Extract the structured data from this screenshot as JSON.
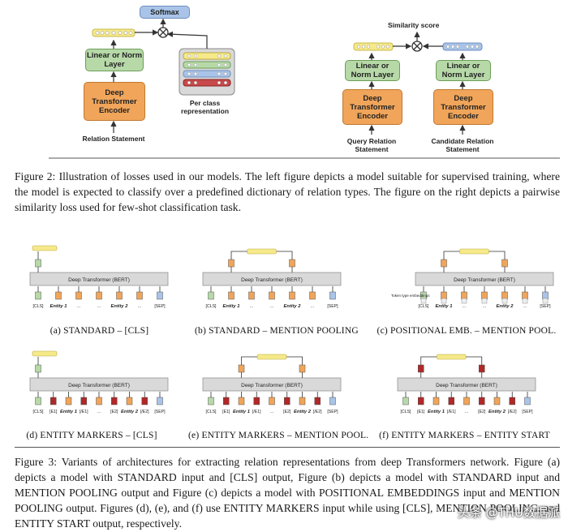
{
  "fig2": {
    "softmax": "Softmax",
    "linear_norm": "Linear or Norm Layer",
    "encoder": "Deep Transformer Encoder",
    "relation_statement": "Relation Statement",
    "per_class": "Per class representation",
    "similarity_score": "Similarity score",
    "query_statement": "Query Relation Statement",
    "candidate_statement": "Candidate Relation Statement",
    "caption": "Figure 2: Illustration of losses used in our models. The left figure depicts a model suitable for supervised training, where the model is expected to classify over a predefined dictionary of relation types. The figure on the right depicts a pairwise similarity loss used for few-shot classification task."
  },
  "fig3": {
    "bert": "Deep Transformer (BERT)",
    "tokens_standard": [
      "[CLS]",
      "Entity 1",
      "...",
      "...",
      "Entity 2",
      "...",
      "[SEP]"
    ],
    "token_type_label": "Token type embeddings",
    "tokens_markers": [
      "[CLS]",
      "[E1]",
      "Entity 1",
      "[/E1]",
      "...",
      "[E2]",
      "Entity 2",
      "[/E2]",
      "[SEP]"
    ],
    "subcaptions": {
      "a": "(a) STANDARD – [CLS]",
      "b": "(b) STANDARD – MENTION POOLING",
      "c": "(c) POSITIONAL EMB. – MENTION POOL.",
      "d": "(d) ENTITY MARKERS – [CLS]",
      "e": "(e) ENTITY MARKERS – MENTION POOL.",
      "f": "(f) ENTITY MARKERS – ENTITY START"
    },
    "caption": "Figure 3: Variants of architectures for extracting relation representations from deep Transformers network. Figure (a) depicts a model with STANDARD input and [CLS] output, Figure (b) depicts a model with STANDARD input and MENTION POOLING output and Figure (c) depicts a model with POSITIONAL EMBEDDINGS input and MENTION POOLING output. Figures (d), (e), and (f) use ENTITY MARKERS input while using [CLS], MENTION POOLING, and ENTITY START output, respectively."
  },
  "watermark": "头条 @THU数据派",
  "colors": {
    "orange": "#f0a55a",
    "green": "#b7d9a8",
    "yellow": "#f5e98a",
    "blue": "#a9c4e8",
    "red": "#b02828",
    "gray": "#d9d9d9"
  }
}
